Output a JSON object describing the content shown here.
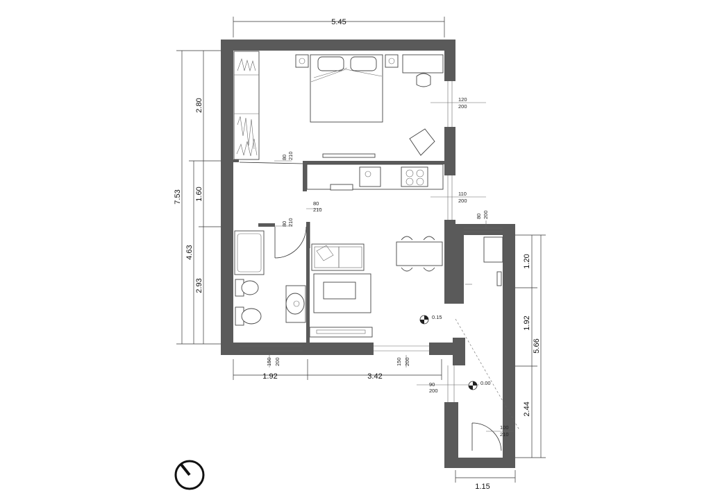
{
  "dimensions": {
    "top_width": "5.45",
    "bottom_left": "1.92",
    "bottom_mid": "3.42",
    "bottom_right": "1.15",
    "left_total": "7.53",
    "left_upper": "2.80",
    "left_mid": "1.60",
    "left_lower_total": "4.63",
    "left_lower": "2.93",
    "right_top": "1.20",
    "right_mid": "1.92",
    "right_total": "5.66",
    "right_bottom": "2.44"
  },
  "openings": {
    "bedroom_window": [
      "120",
      "200"
    ],
    "kitchen_window": [
      "110",
      "200"
    ],
    "bath_window": [
      "150",
      "200"
    ],
    "living_window": [
      "150",
      "200"
    ],
    "entry_window": [
      "90",
      "200"
    ],
    "entry_door": [
      "100",
      "210"
    ],
    "bedroom_door": [
      "80",
      "210"
    ],
    "bath_door": [
      "80",
      "210"
    ],
    "hall_door": [
      "80",
      "210"
    ],
    "annex_window": [
      "80",
      "200"
    ]
  },
  "levels": {
    "living": "0.15",
    "entry": "0.00"
  }
}
